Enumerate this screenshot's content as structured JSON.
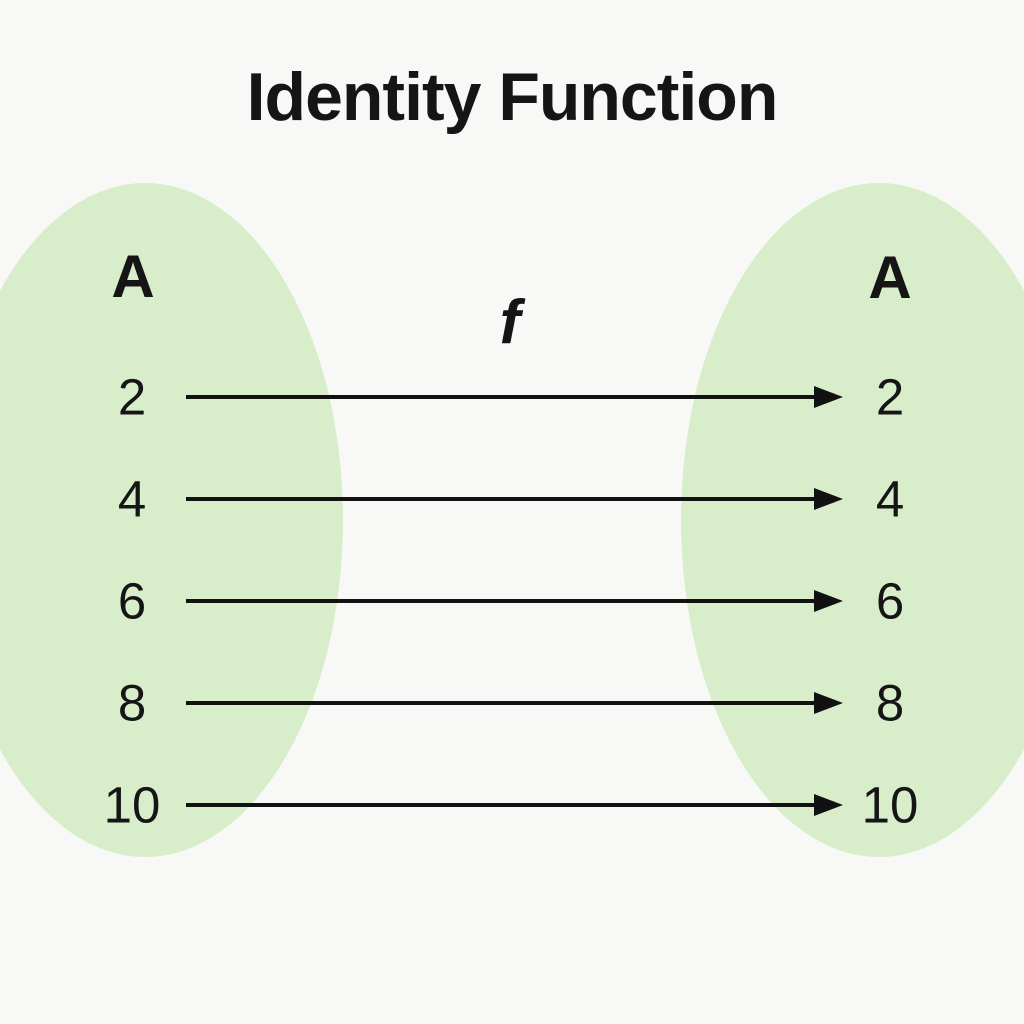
{
  "title": "Identity Function",
  "function_label": "f",
  "diagram_type": "function-mapping",
  "left_set": {
    "label": "A",
    "elements": [
      "2",
      "4",
      "6",
      "8",
      "10"
    ]
  },
  "right_set": {
    "label": "A",
    "elements": [
      "2",
      "4",
      "6",
      "8",
      "10"
    ]
  },
  "mappings": [
    {
      "from": "2",
      "to": "2"
    },
    {
      "from": "4",
      "to": "4"
    },
    {
      "from": "6",
      "to": "6"
    },
    {
      "from": "8",
      "to": "8"
    },
    {
      "from": "10",
      "to": "10"
    }
  ],
  "colors": {
    "background": "#f8f8f7",
    "ellipse-fill": "#d8edca",
    "text": "#151515",
    "arrow": "#111111"
  }
}
